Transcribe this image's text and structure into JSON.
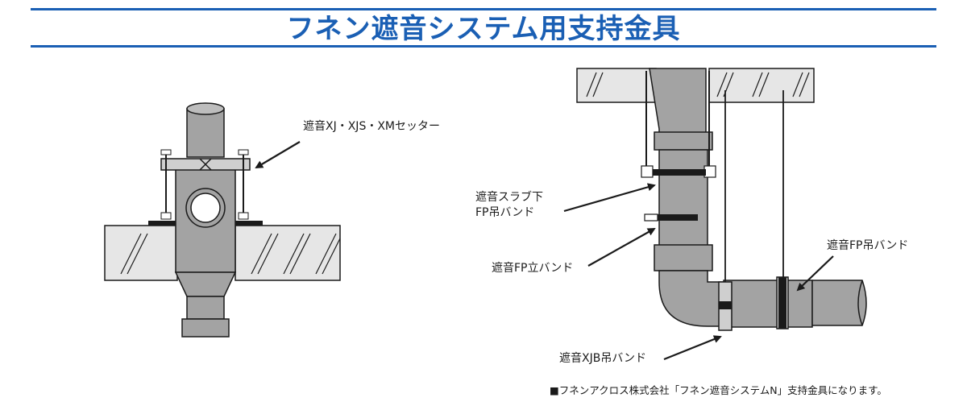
{
  "header": {
    "title": "フネン遮音システム用支持金具"
  },
  "left_figure": {
    "labels": {
      "centering": "遮音XJ・XJS・XMセッター"
    }
  },
  "right_figure": {
    "labels": {
      "slab_hanger_line1": "遮音スラブ下",
      "slab_hanger_line2": "FP吊バンド",
      "vertical_band": "遮音FP立バンド",
      "fp_hanger": "遮音FP吊バンド",
      "xjb_hanger": "遮音XJB吊バンド"
    }
  },
  "footnote": "■フネンアクロス株式会社「フネン遮音システムN」支持金具になります。",
  "colors": {
    "title": "#1a5fb4",
    "pipe_fill": "#a3a3a3",
    "slab_fill": "#e6e6e6",
    "outline": "#1a1a1a"
  }
}
